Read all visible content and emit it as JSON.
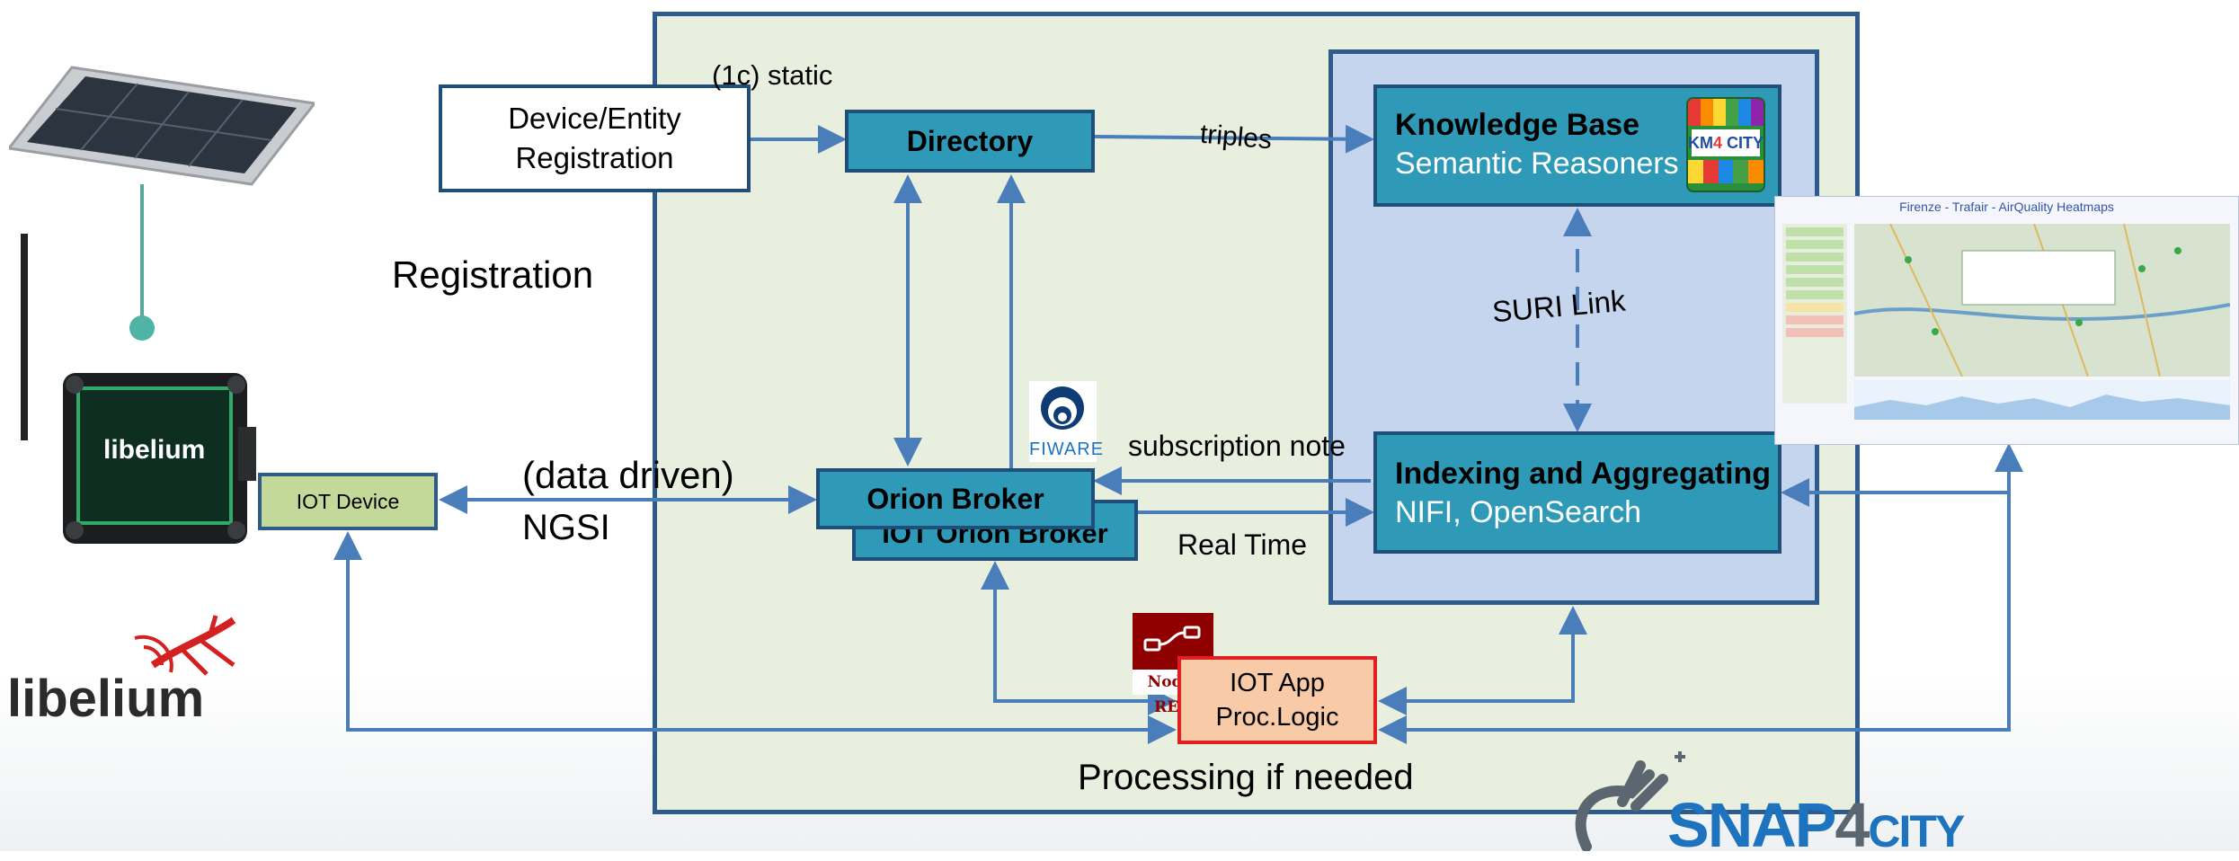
{
  "diagram": {
    "registration_box": [
      "Device/Entity",
      "Registration"
    ],
    "static_label": "(1c) static",
    "directory": "Directory",
    "triples_label": "triples",
    "knowledge_base": {
      "title": "Knowledge Base",
      "subtitle": "Semantic Reasoners"
    },
    "km4city_logo": {
      "top": "KM",
      "num": "4",
      "right": "CITY"
    },
    "registration_label": "Registration",
    "suri_link": "SURI Link",
    "subscription_note": "subscription note",
    "indexing": {
      "title": "Indexing and Aggregating",
      "subtitle": "NIFI, OpenSearch"
    },
    "data_driven": "(data driven)",
    "ngsi": "NGSI",
    "orion_broker": "Orion Broker",
    "iot_orion_broker": "IOT Orion Broker",
    "real_time": "Real Time",
    "iot_device": "IOT Device",
    "iot_app": [
      "IOT App",
      "Proc.Logic"
    ],
    "node_red": "Node-RED",
    "fiware": "FIWARE",
    "processing": "Processing if needed",
    "libelium_logo": "libelium",
    "libelium_device": "libelium",
    "snap4city": {
      "left": "SNAP",
      "num": "4",
      "right": "CITY"
    },
    "heatmap_title": "Firenze - Trafair - AirQuality Heatmaps"
  },
  "colors": {
    "panel_border": "#2f5b8a",
    "panel_fill": "#e9efdf",
    "inner_panel": "#c6d5ee",
    "teal_box": "#2f9ab8",
    "arrow": "#4a7ebb",
    "iot_device": "#c3d99a",
    "iot_app": "#f8caa8",
    "iot_app_border": "#e02020",
    "node_red": "#8f0000",
    "snap_blue": "#1e73be"
  }
}
